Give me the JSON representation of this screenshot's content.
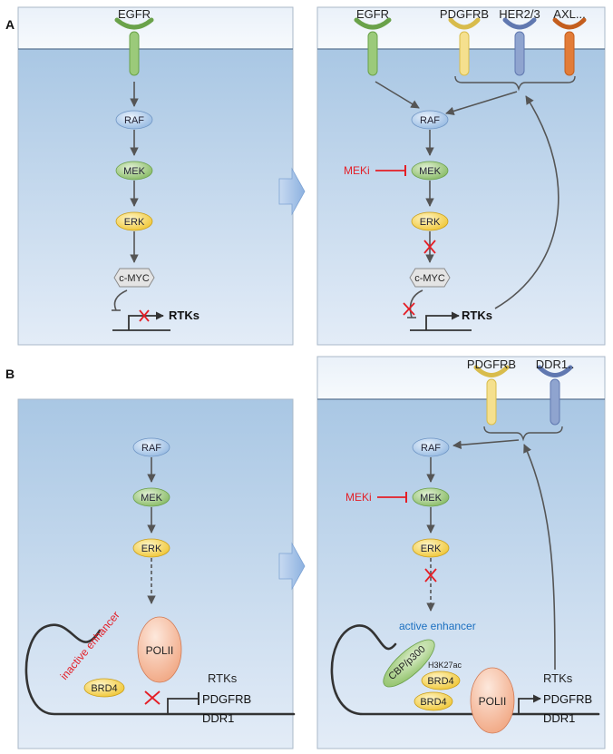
{
  "panels": {
    "a": {
      "label": "A",
      "left": {
        "receptor": "EGFR",
        "nodes": {
          "raf": "RAF",
          "mek": "MEK",
          "erk": "ERK",
          "myc": "c-MYC"
        },
        "rtks": "RTKs"
      },
      "right": {
        "receptors": [
          "EGFR",
          "PDGFRB",
          "HER2/3",
          "AXL..."
        ],
        "nodes": {
          "raf": "RAF",
          "mek": "MEK",
          "erk": "ERK",
          "myc": "c-MYC"
        },
        "inhibitor": "MEKi",
        "rtks": "RTKs"
      }
    },
    "b": {
      "label": "B",
      "left": {
        "nodes": {
          "raf": "RAF",
          "mek": "MEK",
          "erk": "ERK"
        },
        "enhancer": "inactive enhancer",
        "polii": "POLII",
        "brd4": "BRD4",
        "rtks": "RTKs",
        "genes": [
          "PDGFRB",
          "DDR1"
        ]
      },
      "right": {
        "receptors": [
          "PDGFRB",
          "DDR1.."
        ],
        "nodes": {
          "raf": "RAF",
          "mek": "MEK",
          "erk": "ERK"
        },
        "inhibitor": "MEKi",
        "enhancer": "active enhancer",
        "coactivator": "CBP/p300",
        "histone_mark": "H3K27ac",
        "brd4": [
          "BRD4",
          "BRD4"
        ],
        "polii": "POLII",
        "rtks": "RTKs",
        "genes": [
          "PDGFRB",
          "DDR1"
        ]
      }
    }
  },
  "colors": {
    "cell_top": "#a9c7e4",
    "cell_bottom": "#e3ecf7",
    "raf": "#a9c9ec",
    "mek": "#9cca7a",
    "erk": "#f7d55a",
    "egfr": "#8fc070",
    "pdgfrb": "#f5e08e",
    "her": "#8fa4cf",
    "axl": "#e27c38",
    "ddr1": "#8fa4cf",
    "inhibit_red": "#e41e26",
    "enhancer_blue": "#1b6fc0"
  }
}
